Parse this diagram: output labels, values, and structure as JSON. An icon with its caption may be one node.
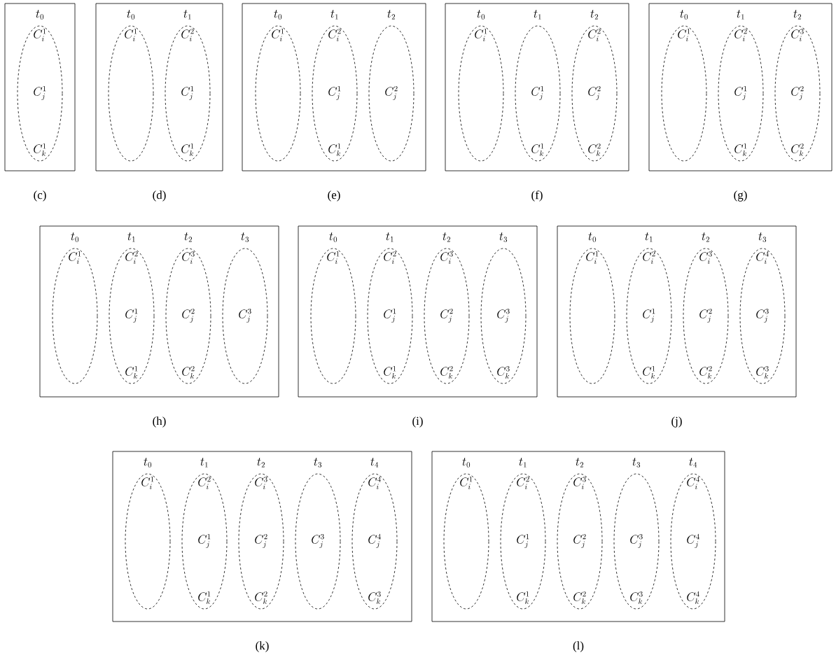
{
  "diagram": {
    "nodes": [
      {
        "text": [],
        "shape": "box",
        "beside": [
          "(c)"
        ]
      },
      {
        "text": [
          "t_0",
          "C_i^1",
          "C_j^1",
          "C_k^1"
        ],
        "in": 0
      },
      {
        "text": [],
        "shape": "box",
        "beside": [
          "(d)"
        ]
      },
      {
        "text": [
          "t_0",
          "C_i^1"
        ],
        "in": 2
      },
      {
        "text": [
          "t_1",
          "C_i^2",
          "C_j^1",
          "C_k^1"
        ],
        "in": 2
      },
      {
        "text": [],
        "shape": "box",
        "beside": [
          "(e)"
        ]
      },
      {
        "text": [
          "t_0",
          "C_i^1"
        ],
        "in": 5
      },
      {
        "text": [
          "t_1",
          "C_i^2",
          "C_j^1",
          "C_k^1"
        ],
        "in": 5
      },
      {
        "text": [
          "t_2",
          "C_j^2"
        ],
        "in": 5
      },
      {
        "text": [],
        "shape": "box",
        "beside": [
          "(f)"
        ]
      },
      {
        "text": [
          "t_0",
          "C_i^1"
        ],
        "in": 9
      },
      {
        "text": [
          "t_1",
          "C_j^1",
          "C_k^1"
        ],
        "in": 9
      },
      {
        "text": [
          "t_2",
          "C_i^2",
          "C_j^2",
          "C_k^2"
        ],
        "in": 9
      },
      {
        "text": [],
        "shape": "box",
        "beside": [
          "(g)"
        ]
      },
      {
        "text": [
          "t_0",
          "C_i^1"
        ],
        "in": 13
      },
      {
        "text": [
          "t_1",
          "C_i^2",
          "C_j^1",
          "C_k^1"
        ],
        "in": 13
      },
      {
        "text": [
          "t_2",
          "C_i^3",
          "C_j^2",
          "C_k^2"
        ],
        "in": 13
      },
      {
        "text": [],
        "shape": "box",
        "beside": [
          "(h)"
        ]
      },
      {
        "text": [
          "t_0",
          "C_i^1"
        ],
        "in": 17
      },
      {
        "text": [
          "t_1",
          "C_i^2",
          "C_j^1",
          "C_k^1"
        ],
        "in": 17
      },
      {
        "text": [
          "t_2",
          "C_i^3",
          "C_j^2",
          "C_k^2"
        ],
        "in": 17
      },
      {
        "text": [
          "t_3",
          "C_j^3"
        ],
        "in": 17
      },
      {
        "text": [],
        "shape": "box",
        "beside": [
          "(i)"
        ]
      },
      {
        "text": [
          "t_0",
          "C_i^1"
        ],
        "in": 22
      },
      {
        "text": [
          "t_1",
          "C_i^2",
          "C_j^1",
          "C_k^1"
        ],
        "in": 22
      },
      {
        "text": [
          "t_2",
          "C_i^3",
          "C_j^2",
          "C_k^2"
        ],
        "in": 22
      },
      {
        "text": [
          "t_3",
          "C_j^3",
          "C_k^3"
        ],
        "in": 22
      },
      {
        "text": [],
        "shape": "box",
        "beside": [
          "(j)"
        ]
      },
      {
        "text": [
          "t_0",
          "C_i^1"
        ],
        "in": 27
      },
      {
        "text": [
          "t_1",
          "C_i^2",
          "C_j^1",
          "C_k^1"
        ],
        "in": 27
      },
      {
        "text": [
          "t_2",
          "C_i^3",
          "C_j^2",
          "C_k^2"
        ],
        "in": 27
      },
      {
        "text": [
          "t_3",
          "C_i^4",
          "C_j^3",
          "C_k^3"
        ],
        "in": 27
      },
      {
        "text": [],
        "shape": "box",
        "beside": [
          "(k)"
        ]
      },
      {
        "text": [
          "t_0",
          "C_i^1"
        ],
        "in": 32
      },
      {
        "text": [
          "t_1",
          "C_i^2",
          "C_j^1",
          "C_k^1"
        ],
        "in": 32
      },
      {
        "text": [
          "t_2",
          "C_i^3",
          "C_j^2",
          "C_k^2"
        ],
        "in": 32
      },
      {
        "text": [
          "t_3",
          "C_j^3"
        ],
        "in": 32
      },
      {
        "text": [
          "t_4",
          "C_i^4",
          "C_j^4",
          "C_k^3"
        ],
        "in": 32
      },
      {
        "text": [],
        "shape": "box",
        "beside": [
          "(l)"
        ]
      },
      {
        "text": [
          "t_0",
          "C_i^1"
        ],
        "in": 38
      },
      {
        "text": [
          "t_1",
          "C_i^2",
          "C_j^1",
          "C_k^1"
        ],
        "in": 38
      },
      {
        "text": [
          "t_2",
          "C_i^3",
          "C_j^2",
          "C_k^2"
        ],
        "in": 38
      },
      {
        "text": [
          "t_3",
          "C_j^3",
          "C_k^3"
        ],
        "in": 38
      },
      {
        "text": [
          "t_4",
          "C_i^4",
          "C_j^4",
          "C_k^4"
        ],
        "in": 38
      }
    ]
  }
}
